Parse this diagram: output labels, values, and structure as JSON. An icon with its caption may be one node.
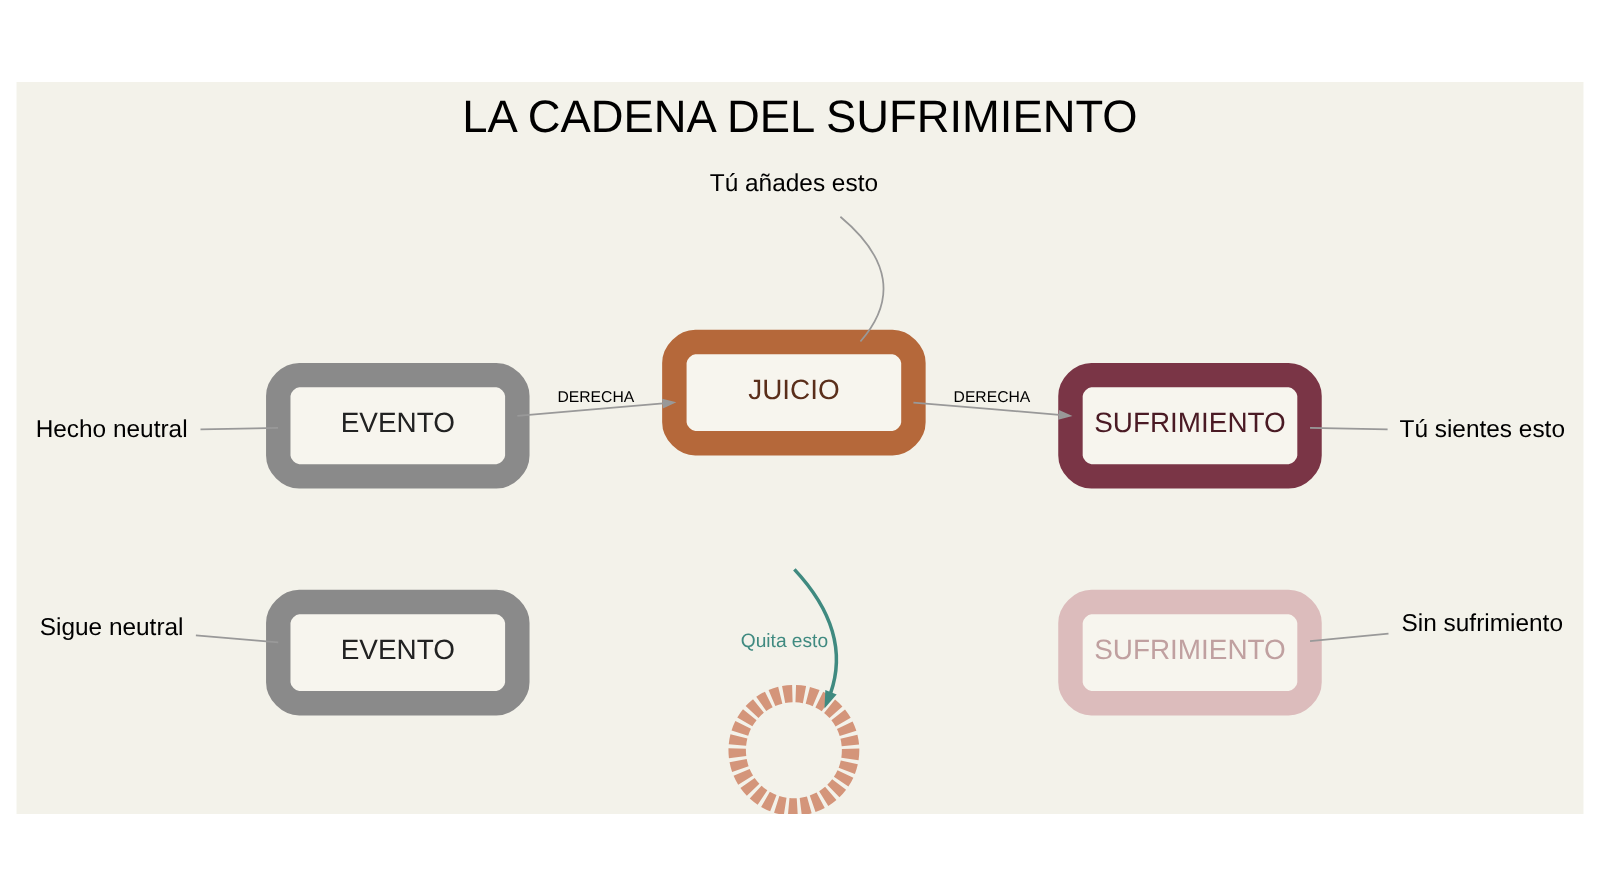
{
  "diagram": {
    "title": "LA CADENA DEL SUFRIMIENTO",
    "nodes": [
      {
        "text": [
          "Hecho neutral"
        ]
      },
      {
        "text": [
          "EVENTO"
        ]
      },
      {
        "text": [
          "JUICIO"
        ]
      },
      {
        "text": [
          "SUFRIMIENTO"
        ]
      },
      {
        "text": [
          "Tú añades esto"
        ]
      },
      {
        "text": [
          "Tú sientes esto"
        ]
      },
      {
        "text": [
          "Sigue neutral"
        ]
      },
      {
        "text": [
          "EVENTO"
        ]
      },
      {
        "text": [],
        "shape": "ring"
      },
      {
        "text": [
          "SUFRIMIENTO"
        ]
      },
      {
        "text": [
          "Sin sufrimiento"
        ]
      }
    ],
    "edges": [
      {
        "from": 0,
        "to": 1,
        "arrow": "none"
      },
      {
        "from": 1,
        "to": 2,
        "arrow": "to",
        "label": "DERECHA"
      },
      {
        "from": 2,
        "to": 3,
        "arrow": "to",
        "label": "DERECHA"
      },
      {
        "from": 4,
        "to": 2,
        "arrow": "none"
      },
      {
        "from": 3,
        "to": 5,
        "arrow": "none"
      },
      {
        "from": null,
        "to": 8,
        "arrow": "to",
        "label": "Quita esto",
        "color": "#3f8a80"
      },
      {
        "from": 6,
        "to": 7,
        "arrow": "none"
      },
      {
        "from": 9,
        "to": 10,
        "arrow": "none"
      }
    ]
  }
}
